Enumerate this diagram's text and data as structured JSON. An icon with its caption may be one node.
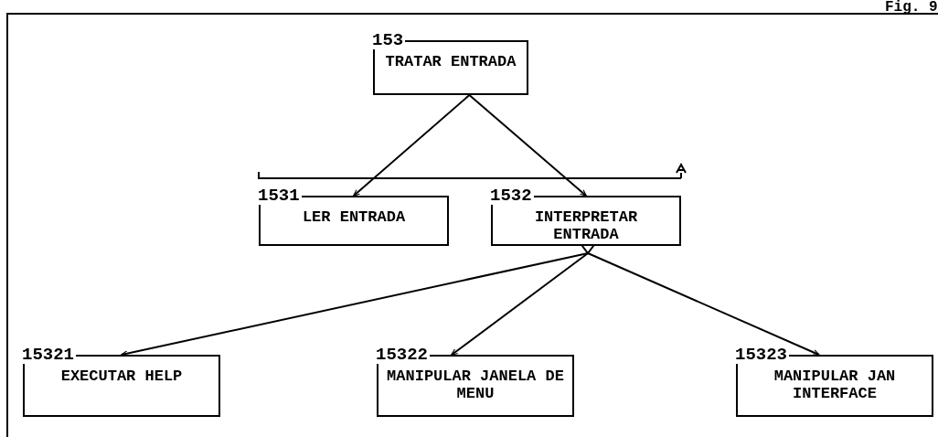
{
  "diagram": {
    "nodes": [
      {
        "text": [
          "153",
          "TRATAR ENTRADA"
        ]
      },
      {
        "text": [
          "1531",
          "LER ENTRADA"
        ]
      },
      {
        "text": [
          "1532",
          "INTERPRETAR ENTRADA"
        ]
      },
      {
        "text": [
          "15321",
          "EXECUTAR HELP"
        ]
      },
      {
        "text": [
          "15322",
          "MANIPULAR JANELA DE MENU"
        ]
      },
      {
        "text": [
          "15323",
          "MANIPULAR JAN INTERFACE"
        ]
      }
    ],
    "edges": [
      {
        "from": 0,
        "to": 1,
        "arrow": "to"
      },
      {
        "from": 0,
        "to": 2,
        "arrow": "to"
      },
      {
        "from": 2,
        "to": 3,
        "arrow": "to"
      },
      {
        "from": 2,
        "to": 4,
        "arrow": "to"
      },
      {
        "from": 2,
        "to": 5,
        "arrow": "to"
      }
    ],
    "labels": [
      "Fig. 9"
    ]
  }
}
